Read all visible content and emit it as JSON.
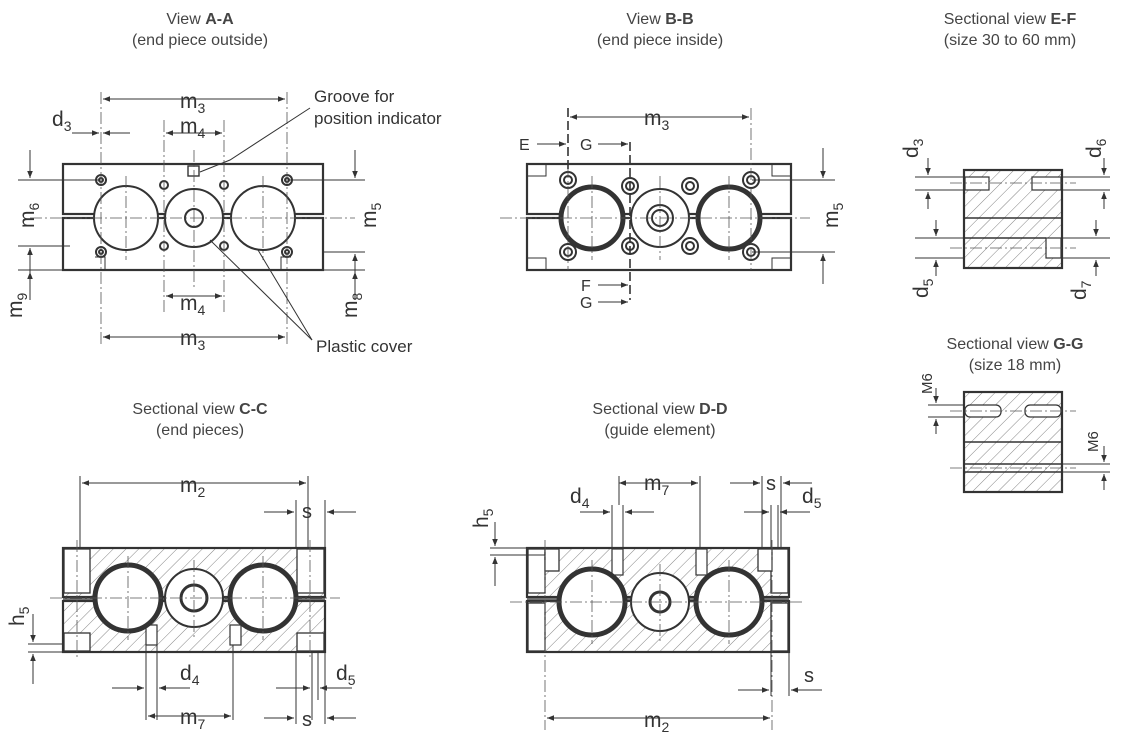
{
  "views": {
    "aa": {
      "prefix": "View ",
      "bold": "A-A",
      "sub": "(end piece outside)"
    },
    "bb": {
      "prefix": "View ",
      "bold": "B-B",
      "sub": "(end piece inside)"
    },
    "ef": {
      "prefix": "Sectional view ",
      "bold": "E-F",
      "sub": "(size 30 to 60 mm)"
    },
    "gg": {
      "prefix": "Sectional view ",
      "bold": "G-G",
      "sub": "(size 18 mm)"
    },
    "cc": {
      "prefix": "Sectional view ",
      "bold": "C-C",
      "sub": "(end pieces)"
    },
    "dd": {
      "prefix": "Sectional view ",
      "bold": "D-D",
      "sub": "(guide element)"
    }
  },
  "annotations": {
    "groove_line1": "Groove for",
    "groove_line2": "position indicator",
    "plastic_cover": "Plastic cover"
  },
  "dims": {
    "m": "m",
    "d": "d",
    "h": "h",
    "s": "s",
    "sub2": "2",
    "sub3": "3",
    "sub4": "4",
    "sub5": "5",
    "sub6": "6",
    "sub7": "7",
    "sub8": "8",
    "sub9": "9",
    "M6": "M6",
    "E": "E",
    "F": "F",
    "G": "G"
  },
  "colors": {
    "line": "#333333",
    "background": "#ffffff"
  }
}
